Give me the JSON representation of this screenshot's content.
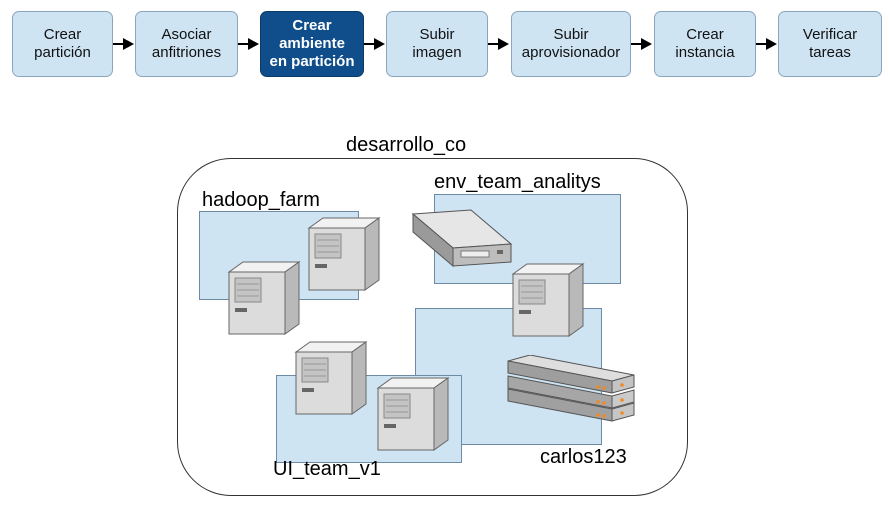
{
  "steps": [
    {
      "label": "Crear\npartición",
      "active": false
    },
    {
      "label": "Asociar\nanfitriones",
      "active": false
    },
    {
      "label": "Crear\nambiente\nen partición",
      "active": true
    },
    {
      "label": "Subir\nimagen",
      "active": false
    },
    {
      "label": "Subir\naprovisionador",
      "active": false
    },
    {
      "label": "Crear\ninstancia",
      "active": false
    },
    {
      "label": "Verificar\ntareas",
      "active": false
    }
  ],
  "diagram": {
    "environment": "desarrollo_co",
    "partitions": {
      "hadoop": "hadoop_farm",
      "env_team": "env_team_analitys",
      "carlos": "carlos123",
      "ui_team": "UI_team_v1"
    }
  },
  "colors": {
    "step_fill": "#cfe4f3",
    "step_active_fill": "#0f4e8a",
    "partition_fill": "#cfe4f3",
    "led_orange": "#f08a24"
  },
  "icons": [
    "arrow-icon",
    "tower-server-icon",
    "desktop-server-icon",
    "rack-server-icon"
  ]
}
